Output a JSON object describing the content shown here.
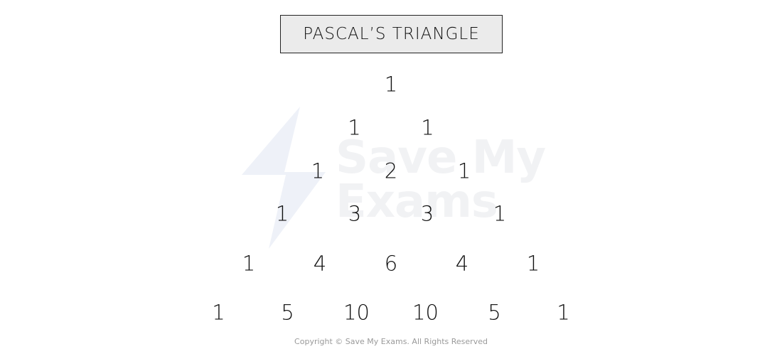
{
  "title": "PASCAL’S TRIANGLE",
  "rows": [
    [
      "1"
    ],
    [
      "1",
      "1"
    ],
    [
      "1",
      "2",
      "1"
    ],
    [
      "1",
      "3",
      "3",
      "1"
    ],
    [
      "1",
      "4",
      "6",
      "4",
      "1"
    ],
    [
      "1",
      "5",
      "10",
      "10",
      "5",
      "1"
    ]
  ],
  "watermark": {
    "line1": "Save My",
    "line2": "Exams",
    "icon": "lightning-bolt-icon"
  },
  "copyright": "Copyright © Save My Exams. All Rights Reserved",
  "colors": {
    "text": "#111111",
    "title_box_fill": "#ebebeb",
    "watermark": "#eef0f5"
  }
}
